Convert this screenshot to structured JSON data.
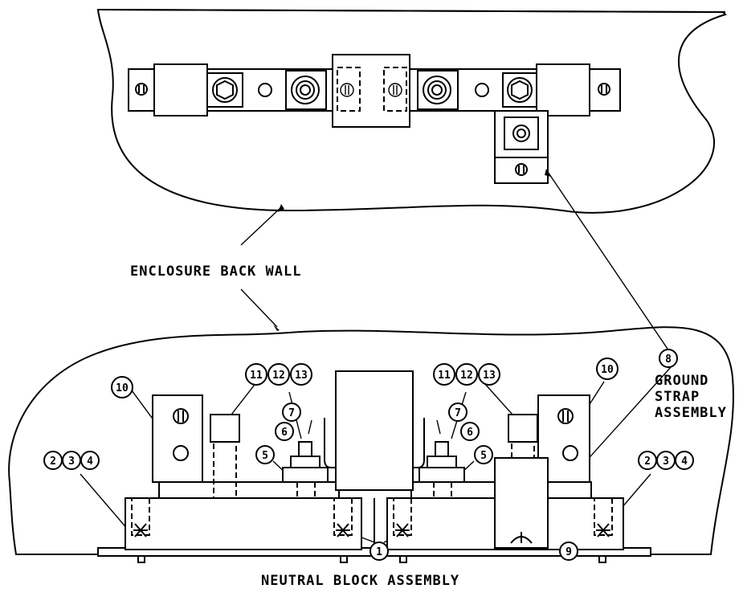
{
  "labels": {
    "enclosure_back_wall": "ENCLOSURE BACK WALL",
    "ground_strap_line1": "GROUND",
    "ground_strap_line2": "STRAP",
    "ground_strap_line3": "ASSEMBLY",
    "neutral_block_assembly": "NEUTRAL BLOCK ASSEMBLY"
  },
  "callouts": {
    "b1": "1",
    "b2l": "2",
    "b3l": "3",
    "b4l": "4",
    "b2r": "2",
    "b3r": "3",
    "b4r": "4",
    "b5l": "5",
    "b5r": "5",
    "b6l": "6",
    "b6r": "6",
    "b7l": "7",
    "b7r": "7",
    "b8": "8",
    "b9": "9",
    "b10l": "10",
    "b10r": "10",
    "b11l": "11",
    "b12l": "12",
    "b13l": "13",
    "b11r": "11",
    "b12r": "12",
    "b13r": "13"
  }
}
